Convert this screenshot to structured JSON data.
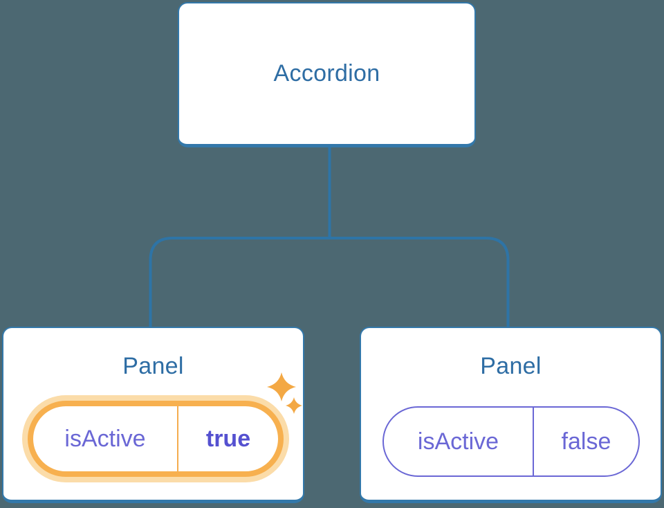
{
  "colors": {
    "background": "#4C6872",
    "node_fill": "#FFFFFF",
    "node_border": "#3378AA",
    "node_text": "#2E6DA4",
    "connector": "#2E74A6",
    "state_text": "#6A67D5",
    "state_value_active_text": "#5551D0",
    "active_ring": "#F7B04F",
    "active_halo": "#FBDCA9",
    "active_divider": "#F5AC4E",
    "inactive_border": "#6A67D5",
    "sparkle": "#F3A844"
  },
  "diagram": {
    "root": {
      "label": "Accordion"
    },
    "children": [
      {
        "label": "Panel",
        "state": {
          "name": "isActive",
          "value": "true",
          "highlighted": true,
          "icon": "sparkles-icon"
        }
      },
      {
        "label": "Panel",
        "state": {
          "name": "isActive",
          "value": "false",
          "highlighted": false
        }
      }
    ]
  }
}
